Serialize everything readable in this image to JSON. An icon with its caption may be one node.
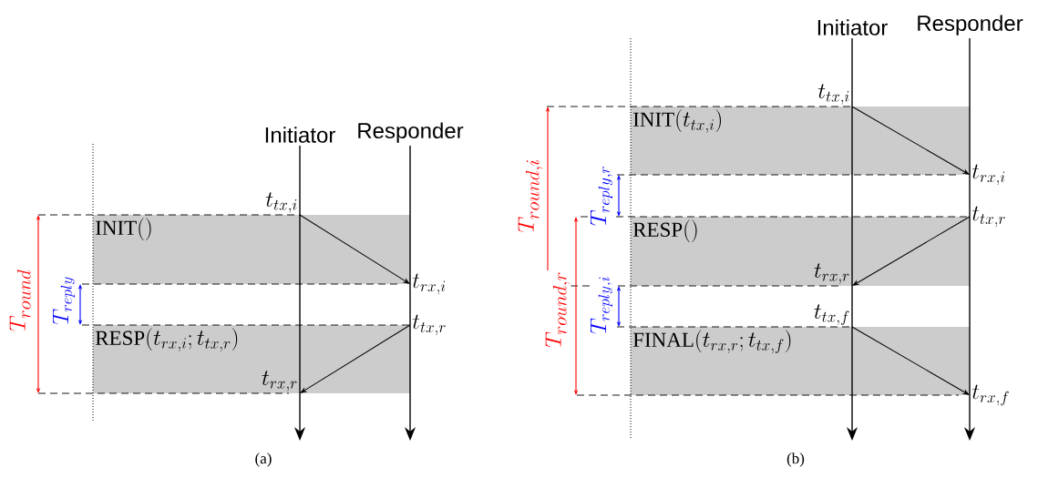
{
  "diagram": {
    "nodes": [
      {
        "text": [
          "Initiator"
        ]
      },
      {
        "text": [
          "Responder"
        ]
      },
      {
        "text": [
          "t_{tx,i}"
        ]
      },
      {
        "text": [
          "t_{rx,i}"
        ]
      },
      {
        "text": [
          "t_{tx,r}"
        ]
      },
      {
        "text": [
          "t_{rx,r}"
        ]
      },
      {
        "text": [
          "Initiator"
        ]
      },
      {
        "text": [
          "Responder"
        ]
      },
      {
        "text": [
          "t_{tx,i}"
        ]
      },
      {
        "text": [
          "t_{rx,i}"
        ]
      },
      {
        "text": [
          "t_{tx,r}"
        ]
      },
      {
        "text": [
          "t_{rx,r}"
        ]
      },
      {
        "text": [
          "t_{tx,f}"
        ]
      },
      {
        "text": [
          "t_{rx,f}"
        ]
      }
    ],
    "edges": [
      {
        "from": 0,
        "to": null,
        "arrow": "to"
      },
      {
        "from": 1,
        "to": null,
        "arrow": "to"
      },
      {
        "from": 2,
        "to": 3,
        "arrow": "to"
      },
      {
        "from": 4,
        "to": 5,
        "arrow": "to"
      },
      {
        "from": 6,
        "to": null,
        "arrow": "to"
      },
      {
        "from": 7,
        "to": null,
        "arrow": "to"
      },
      {
        "from": 8,
        "to": 9,
        "arrow": "to"
      },
      {
        "from": 10,
        "to": 11,
        "arrow": "to"
      },
      {
        "from": 12,
        "to": 13,
        "arrow": "to"
      }
    ],
    "labels": [
      "\\mathrm{INIT}()",
      "\\mathrm{RESP}(t_{rx,i};t_{tx,r})",
      "T_{round}",
      "T_{reply}",
      "(a)",
      "\\mathrm{INIT}(t_{tx,i})",
      "\\mathrm{RESP}()",
      "\\mathrm{FINAL}(t_{rx,r};t_{tx,f})",
      "T_{round,i}",
      "T_{reply,r}",
      "T_{round,r}",
      "T_{reply,i}",
      "(b)"
    ]
  }
}
